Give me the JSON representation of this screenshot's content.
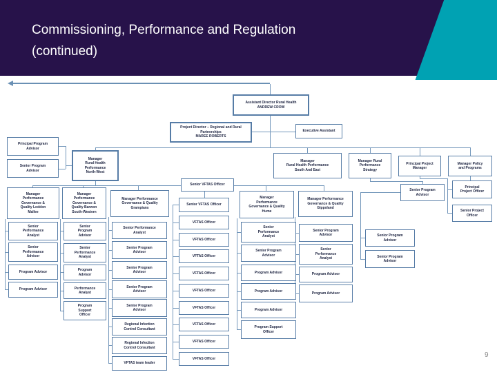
{
  "slide": {
    "title": "Commissioning, Performance and Regulation (continued)",
    "page_number": "9"
  },
  "colors": {
    "header_bg": "#27124a",
    "accent_teal": "#00a2b3",
    "box_border": "#567ca6",
    "connector": "#7296ba",
    "box_text": "#1c2340"
  },
  "org_chart": {
    "boxes": [
      {
        "id": "assistant-director",
        "label": "Assistant Director Rural Health\nANDREW CROW"
      },
      {
        "id": "project-director",
        "label": "Project Director – Regional and Rural\nPartnerships\nMAREE ROBERTS"
      },
      {
        "id": "executive-assistant",
        "label": "Executive Assistant"
      },
      {
        "id": "principal-program-advisor",
        "label": "Principal Program\nAdvisor"
      },
      {
        "id": "senior-program-advisor-nw",
        "label": "Senior Program\nAdvisor"
      },
      {
        "id": "manager-rural-health-performance-north-west",
        "label": "Manager\nRural Health\nPerformance\nNorth-West"
      },
      {
        "id": "manager-rural-health-performance-south-and-east",
        "label": "Manager\nRural Health Performance\nSouth And East"
      },
      {
        "id": "manager-rural-performance-strategy",
        "label": "Manager  Rural\nPerformance\nStrategy"
      },
      {
        "id": "principal-project-manager",
        "label": "Principal Project\nManager"
      },
      {
        "id": "manager-policy-and-programs",
        "label": "Manager  Policy\nand Programs"
      },
      {
        "id": "senior-vftas-officer-1",
        "label": "Senior VFTAS Officer"
      },
      {
        "id": "manager-pgq-loddon-mallee",
        "label": "Manager\nPerformance\nGovernance &\nQuality  Loddon\nMallee"
      },
      {
        "id": "manager-pgq-barwon-south-western",
        "label": "Manager\nPerformance\nGovernance &\nQuality  Barwon\nSouth-Western"
      },
      {
        "id": "manager-pgq-grampians",
        "label": "Manager  Performance\nGovernance & Quality\nGrampians"
      },
      {
        "id": "senior-vftas-officer-2",
        "label": "Senior VFTAS Officer"
      },
      {
        "id": "manager-pgq-hume",
        "label": "Manager\nPerformance\nGovernance & Quality\nHume"
      },
      {
        "id": "manager-pgq-gippsland",
        "label": "Manager  Performance\nGovernance & Quality\nGippsland"
      },
      {
        "id": "senior-program-advisor-strategy",
        "label": "Senior Program\nAdvisor"
      },
      {
        "id": "principal-project-officer",
        "label": "Principal\nProject Officer"
      },
      {
        "id": "senior-project-officer",
        "label": "Senior Project\nOfficer"
      },
      {
        "id": "senior-performance-analyst-lm",
        "label": "Senior\nPerformance\nAnalyst"
      },
      {
        "id": "senior-performance-advisor-lm",
        "label": "Senior\nPerformance\nAdvisor"
      },
      {
        "id": "program-advisor-lm-1",
        "label": "Program Advisor"
      },
      {
        "id": "program-advisor-lm-2",
        "label": "Program Advisor"
      },
      {
        "id": "senior-program-advisor-bsw",
        "label": "Senior\nProgram\nAdvisor"
      },
      {
        "id": "senior-performance-analyst-bsw",
        "label": "Senior\nPerformance\nAnalyst"
      },
      {
        "id": "program-advisor-bsw",
        "label": "Program\nAdvisor"
      },
      {
        "id": "performance-analyst-bsw",
        "label": "Performance\nAnalyst"
      },
      {
        "id": "program-support-officer-bsw",
        "label": "Program\nSupport\nOfficer"
      },
      {
        "id": "senior-performance-analyst-gr",
        "label": "Senior Performance\nAnalyst"
      },
      {
        "id": "senior-program-advisor-gr-1",
        "label": "Senior Program\nAdvisor"
      },
      {
        "id": "senior-program-advisor-gr-2",
        "label": "Senior Program\nAdvisor"
      },
      {
        "id": "senior-program-advisor-gr-3",
        "label": "Senior Program\nAdvisor"
      },
      {
        "id": "senior-program-advisor-gr-4",
        "label": "Senior Program\nAdvisor"
      },
      {
        "id": "regional-infection-control-consultant-1",
        "label": "Regional Infection\nControl Consultant"
      },
      {
        "id": "regional-infection-control-consultant-2",
        "label": "Regional Infection\nControl Consultant"
      },
      {
        "id": "vftas-team-leader",
        "label": "VFTAS team leader"
      },
      {
        "id": "vftas-officer-1",
        "label": "VFTAS Officer"
      },
      {
        "id": "vftas-officer-2",
        "label": "VFTAS Officer"
      },
      {
        "id": "vftas-officer-3",
        "label": "VFTAS Officer"
      },
      {
        "id": "vftas-officer-4",
        "label": "VFTAS Officer"
      },
      {
        "id": "vftas-officer-5",
        "label": "VFTAS Officer"
      },
      {
        "id": "vftas-officer-6",
        "label": "VFTAS Officer"
      },
      {
        "id": "vftas-officer-7",
        "label": "VFTAS Officer"
      },
      {
        "id": "vftas-officer-8",
        "label": "VFTAS Officer"
      },
      {
        "id": "vftas-officer-9",
        "label": "VFTAS Officer"
      },
      {
        "id": "senior-performance-analyst-hume",
        "label": "Senior\nPerformance\nAnalyst"
      },
      {
        "id": "senior-program-advisor-hume",
        "label": "Senior Program\nAdvisor"
      },
      {
        "id": "program-advisor-hume-1",
        "label": "Program Advisor"
      },
      {
        "id": "program-advisor-hume-2",
        "label": "Program Advisor"
      },
      {
        "id": "program-advisor-hume-3",
        "label": "Program Advisor"
      },
      {
        "id": "program-support-officer-hume",
        "label": "Program Support\nOfficer"
      },
      {
        "id": "senior-program-advisor-gi",
        "label": "Senior Program\nAdvisor"
      },
      {
        "id": "senior-performance-analyst-gi",
        "label": "Senior\nPerformance\nAnalyst"
      },
      {
        "id": "program-advisor-gi-1",
        "label": "Program Advisor"
      },
      {
        "id": "program-advisor-gi-2",
        "label": "Program Advisor"
      },
      {
        "id": "senior-program-advisor-st-1",
        "label": "Senior Program\nAdvisor"
      },
      {
        "id": "senior-program-advisor-st-2",
        "label": "Senior Program\nAdvisor"
      }
    ]
  }
}
